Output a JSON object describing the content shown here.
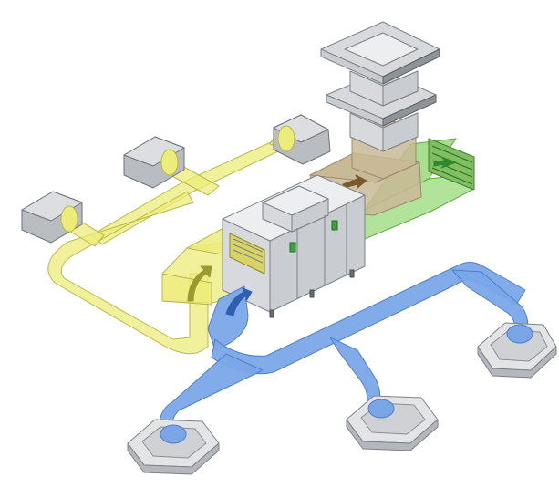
{
  "colors": {
    "background": "#ffffff",
    "return_duct": "#ecec7a",
    "return_duct_stroke": "#b8b84a",
    "supply_duct": "#7aa6e8",
    "supply_duct_stroke": "#4f7fc8",
    "exhaust_plenum": "#c9b896",
    "exhaust_plenum_stroke": "#9c8b6a",
    "fresh_air_duct": "#9fdc82",
    "fresh_air_duct_stroke": "#5fa845",
    "unit_body": "#c9ccd0",
    "unit_dark": "#8e9398",
    "accent_green": "#3aa33a",
    "arrow_brown": "#7a5a2a",
    "arrow_green": "#2e8a2e",
    "arrow_blue": "#2f5fb0",
    "arrow_yellow": "#9a9a30"
  },
  "components": {
    "air_handling_unit": "ahu",
    "roof_cowl": "roof-cowl",
    "return_grilles": [
      "return-grille-1",
      "return-grille-2",
      "return-grille-3"
    ],
    "ceiling_diffusers": [
      "ceiling-diffuser-1",
      "ceiling-diffuser-2",
      "ceiling-diffuser-3"
    ],
    "louvre": "fresh-air-louvre"
  },
  "icons": {
    "flow_arrow": "arrow-icon"
  }
}
